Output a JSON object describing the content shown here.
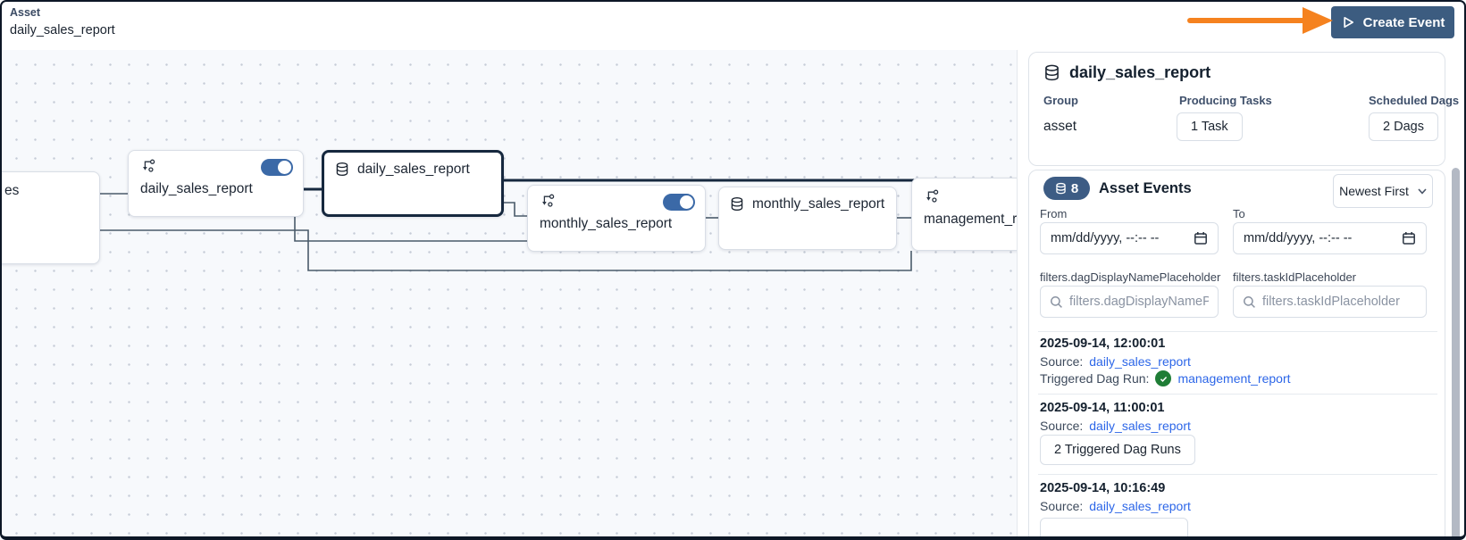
{
  "header": {
    "eyebrow": "Asset",
    "title": "daily_sales_report",
    "create_event_label": "Create Event"
  },
  "canvas": {
    "nodes": [
      {
        "label": "es",
        "type": "clipped-node"
      },
      {
        "label": "daily_sales_report",
        "type": "dag-trigger",
        "toggle_on": true
      },
      {
        "label": "daily_sales_report",
        "type": "asset",
        "selected": true
      },
      {
        "label": "monthly_sales_report",
        "type": "dag-trigger",
        "toggle_on": true
      },
      {
        "label": "monthly_sales_report",
        "type": "asset"
      },
      {
        "label": "management_report",
        "type": "dag-trigger"
      }
    ]
  },
  "panel": {
    "details": {
      "title": "daily_sales_report",
      "group_label": "Group",
      "group_value": "asset",
      "producing_tasks_label": "Producing Tasks",
      "producing_tasks_value": "1 Task",
      "scheduled_dags_label": "Scheduled Dags",
      "scheduled_dags_value": "2 Dags"
    },
    "events": {
      "count": "8",
      "title": "Asset Events",
      "sort_value": "Newest First",
      "from_label": "From",
      "to_label": "To",
      "datetime_placeholder": "mm/dd/yyyy, --:-- --",
      "dag_filter_label": "filters.dagDisplayNamePlaceholder",
      "dag_filter_placeholder": "filters.dagDisplayNamePlaceholder",
      "task_filter_label": "filters.taskIdPlaceholder",
      "task_filter_placeholder": "filters.taskIdPlaceholder",
      "source_label": "Source:",
      "items": [
        {
          "timestamp": "2025-09-14, 12:00:01",
          "source": "daily_sales_report",
          "triggered_label": "Triggered Dag Run:",
          "triggered_run": "management_report"
        },
        {
          "timestamp": "2025-09-14, 11:00:01",
          "source": "daily_sales_report",
          "runs_button": "2 Triggered Dag Runs"
        },
        {
          "timestamp": "2025-09-14, 10:16:49",
          "source": "daily_sales_report"
        }
      ]
    }
  },
  "colors": {
    "accent": "#3c5c80",
    "toggle": "#3b69a7",
    "link": "#2c66e8",
    "annotation_arrow": "#f5821f",
    "success": "#1f7d36",
    "selected_border": "#16283e"
  }
}
